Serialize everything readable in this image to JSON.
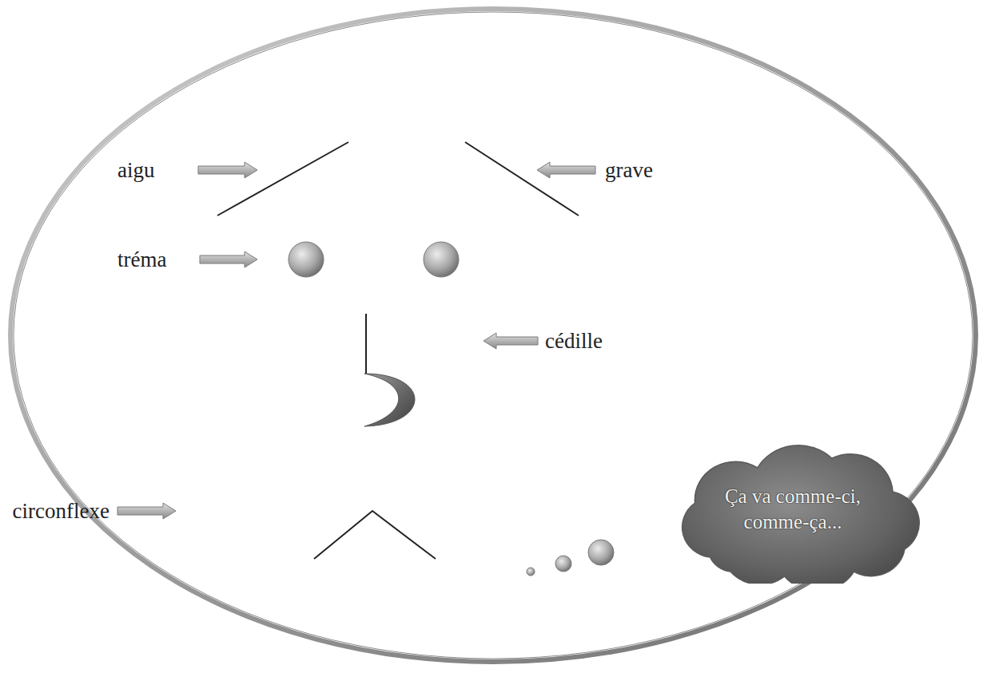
{
  "diagram": {
    "nodes": [
      {
        "text": [
          "Ça va comme-ci, comme-ça..."
        ]
      }
    ],
    "labels": [
      "aigu",
      "grave",
      "tréma",
      "cédille",
      "circonflexe"
    ]
  }
}
